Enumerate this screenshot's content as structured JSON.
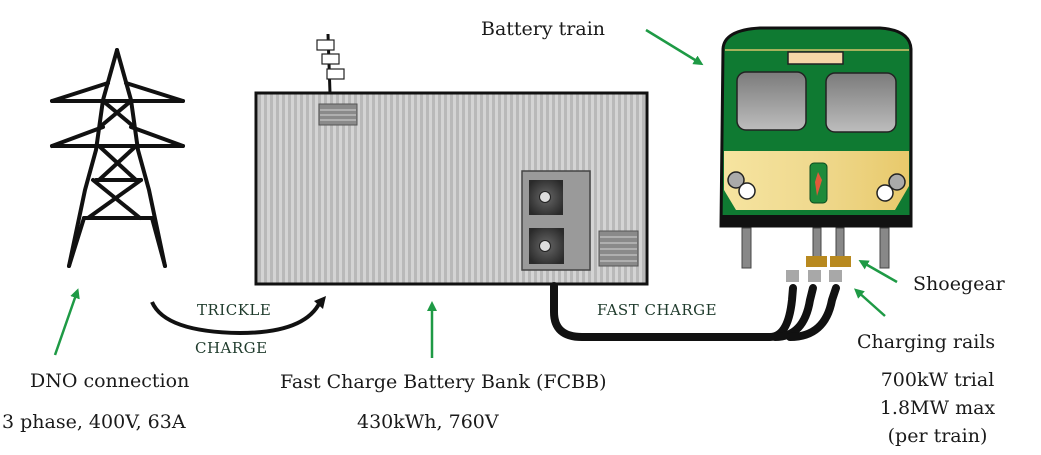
{
  "labels": {
    "battery_train": "Battery train",
    "trickle_line1": "TRICKLE",
    "trickle_line2": "CHARGE",
    "fast_charge": "FAST CHARGE",
    "shoegear": "Shoegear",
    "charging_rails": "Charging rails",
    "rails_spec1": "700kW trial",
    "rails_spec2": "1.8MW max",
    "rails_spec3": "(per train)",
    "dno_title": "DNO connection",
    "dno_spec": "3 phase, 400V, 63A",
    "fcbb_title": "Fast Charge Battery Bank (FCBB)",
    "fcbb_spec": "430kWh, 760V"
  },
  "colors": {
    "arrow_green": "#1e9a45",
    "train_green": "#0f7a32",
    "train_yellow": "#f1d98a",
    "shoegear_gold": "#b8891f",
    "container_grey": "#c9c9c9"
  }
}
